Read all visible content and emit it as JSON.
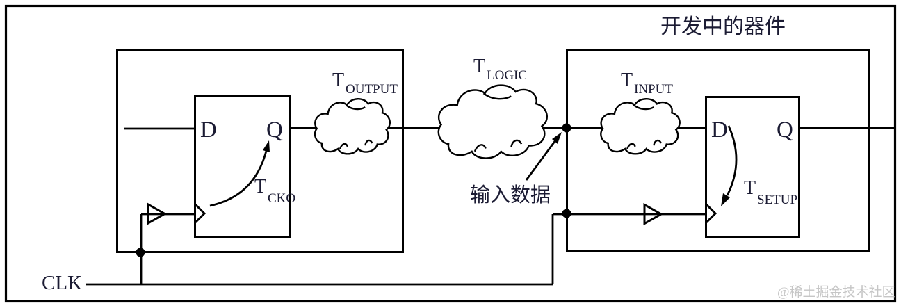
{
  "title": "开发中的器件",
  "watermark": "@稀土掘金技术社区",
  "clk": {
    "label": "CLK"
  },
  "annotations": {
    "input_data": "输入数据"
  },
  "source_flipflop": {
    "d_label": "D",
    "q_label": "Q",
    "cko_delay": {
      "base": "T",
      "sub": "CKO"
    }
  },
  "dest_flipflop": {
    "d_label": "D",
    "q_label": "Q",
    "setup_delay": {
      "base": "T",
      "sub": "SETUP"
    }
  },
  "delays": {
    "output": {
      "base": "T",
      "sub": "OUTPUT"
    },
    "logic": {
      "base": "T",
      "sub": "LOGIC"
    },
    "input": {
      "base": "T",
      "sub": "INPUT"
    }
  },
  "colors": {
    "ink": "#1b1b33",
    "line": "#000000",
    "watermark_gray": "#c6c6c6",
    "background": "#ffffff"
  }
}
